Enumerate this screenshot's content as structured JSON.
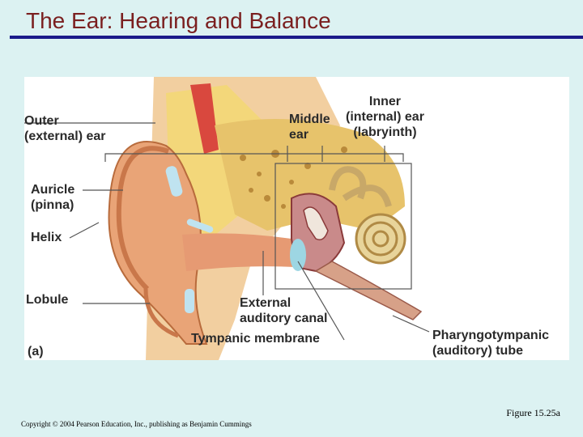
{
  "slide": {
    "title": "The Ear: Hearing and Balance",
    "figure_number": "Figure 15.25a",
    "copyright": "Copyright © 2004 Pearson Education, Inc., publishing as Benjamin Cummings"
  },
  "diagram": {
    "panel_label": "(a)",
    "regions": {
      "outer": "Outer\n(external) ear",
      "middle": "Middle\near",
      "inner": "Inner\n(internal) ear\n(labryinth)"
    },
    "labels": {
      "auricle": "Auricle\n(pinna)",
      "helix": "Helix",
      "lobule": "Lobule",
      "canal": "External\nauditory canal",
      "tympanic": "Tympanic membrane",
      "pharyngotympanic": "Pharyngotympanic\n(auditory) tube"
    }
  }
}
